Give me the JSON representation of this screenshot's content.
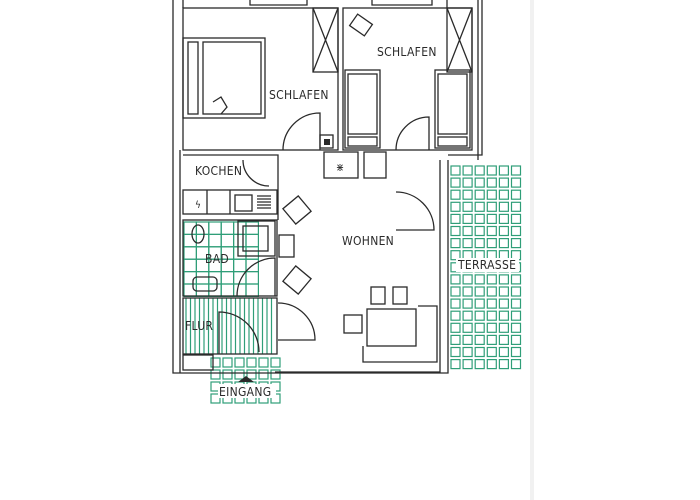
{
  "rooms": {
    "bedroom_left": "SCHLAFEN",
    "bedroom_right": "SCHLAFEN",
    "kitchen": "KOCHEN",
    "bath": "BAD",
    "hall": "FLUR",
    "living": "WOHNEN",
    "terrace": "TERRASSE",
    "entrance": "EINGANG"
  },
  "colors": {
    "walls": "#2a2a2a",
    "tiles": "#2f9e78",
    "background": "#ffffff"
  }
}
